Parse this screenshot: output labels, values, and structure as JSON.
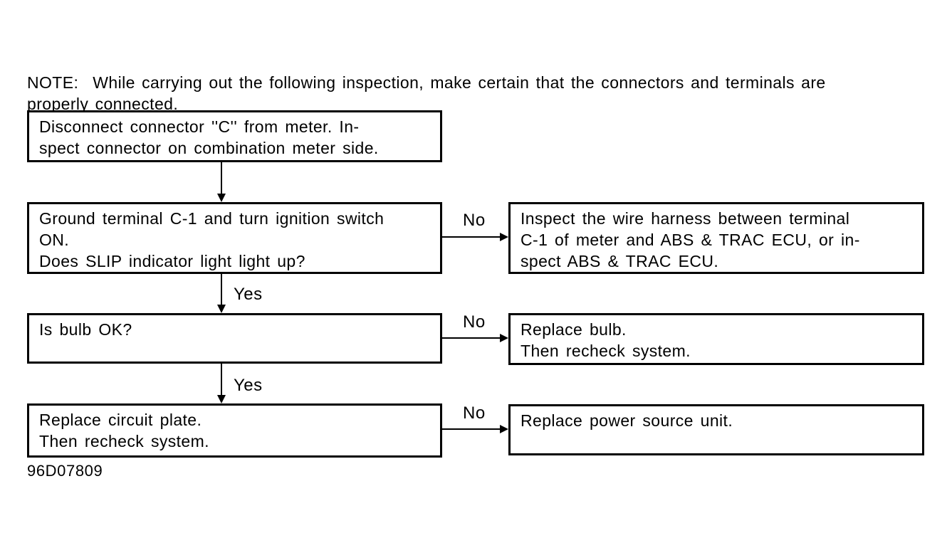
{
  "note": {
    "label": "NOTE:",
    "text": "While carrying out the following inspection, make certain that the connectors and terminals are\nproperly connected."
  },
  "labels": {
    "yes": "Yes",
    "no": "No"
  },
  "figure_code": "96D07809",
  "colors": {
    "ink": "#000000",
    "background": "#ffffff"
  },
  "flowchart": {
    "steps": [
      {
        "id": "step-1",
        "text": "Disconnect connector ''C'' from meter. In-\nspect connector on combination meter side."
      },
      {
        "id": "step-2",
        "text": "Ground terminal C-1 and turn ignition switch\nON.\nDoes SLIP indicator light light up?"
      },
      {
        "id": "step-3",
        "text": "Is bulb OK?"
      },
      {
        "id": "step-4",
        "text": "Replace circuit plate.\nThen recheck system."
      }
    ],
    "no_results": [
      {
        "id": "result-1",
        "text": "Inspect the wire harness between terminal\nC-1 of meter and ABS & TRAC ECU, or in-\nspect ABS & TRAC ECU."
      },
      {
        "id": "result-2",
        "text": "Replace bulb.\nThen recheck system."
      },
      {
        "id": "result-3",
        "text": "Replace power source unit."
      }
    ]
  }
}
